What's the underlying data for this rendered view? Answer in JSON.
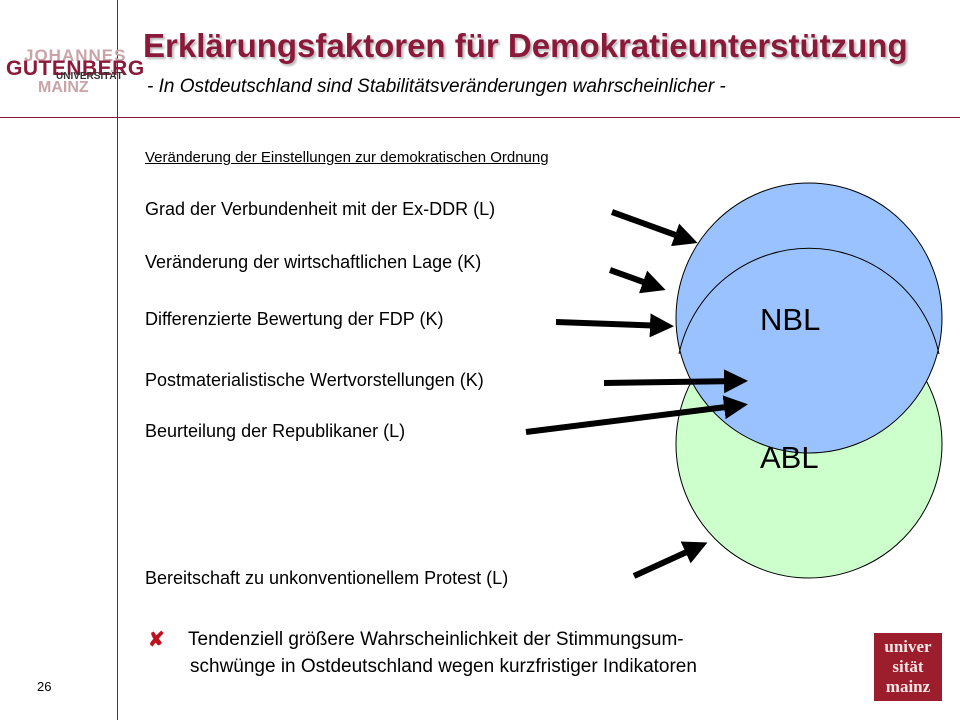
{
  "logo": {
    "line1": "JOHANNES",
    "line2": "GUTENBERG",
    "line3": "UNIVERSITÄT",
    "line4": "MAINZ"
  },
  "title": "Erklärungsfaktoren für Demokratieunterstützung",
  "subtitle": "- In Ostdeutschland sind Stabilitätsveränderungen wahrscheinlicher -",
  "section_heading": "Veränderung der Einstellungen zur demokratischen Ordnung",
  "factors": [
    "Grad der Verbundenheit mit der Ex-DDR (L)",
    "Veränderung der wirtschaftlichen Lage (K)",
    "Differenzierte Bewertung der FDP (K)",
    "Postmaterialistische Wertvorstellungen (K)",
    "Beurteilung der Republikaner (L)",
    "Bereitschaft zu unkonventionellem Protest (L)"
  ],
  "venn": {
    "top_label": "NBL",
    "bottom_label": "ABL",
    "top_color": "#99c2ff",
    "bottom_color": "#ccffcc"
  },
  "note": {
    "line1": "Tendenziell größere Wahrscheinlichkeit der Stimmungsum-",
    "line2": "schwünge in Ostdeutschland wegen kurzfristiger Indikatoren"
  },
  "bullet_icon": "cross-icon",
  "page_number": "26",
  "stamp": {
    "line1": "univer",
    "line2": "sität",
    "line3": "mainz"
  }
}
